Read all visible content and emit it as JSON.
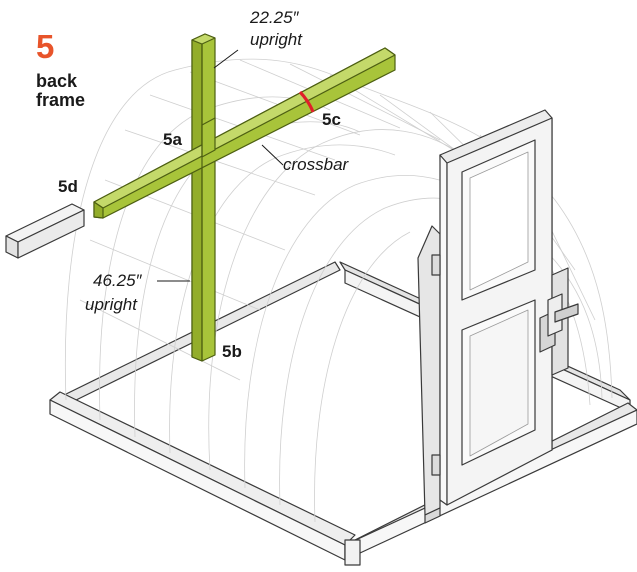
{
  "step": {
    "number": "5",
    "title_line1": "back",
    "title_line2": "frame",
    "number_color": "#e8542a"
  },
  "parts": {
    "p5a": "5a",
    "p5b": "5b",
    "p5c": "5c",
    "p5d": "5d"
  },
  "annotations": {
    "top_upright_length": "22.25″",
    "top_upright_word": "upright",
    "long_upright_length": "46.25″",
    "long_upright_word": "upright",
    "crossbar": "crossbar"
  },
  "colors": {
    "lumber": "#a8c43a",
    "lumber_dark": "#7f9a22",
    "lumber_side": "#c4d96a",
    "cut_mark": "#e0202a",
    "mesh": "#c9c9c9",
    "frame_fill": "#f1f1f1",
    "outline": "#3a3a3a"
  }
}
